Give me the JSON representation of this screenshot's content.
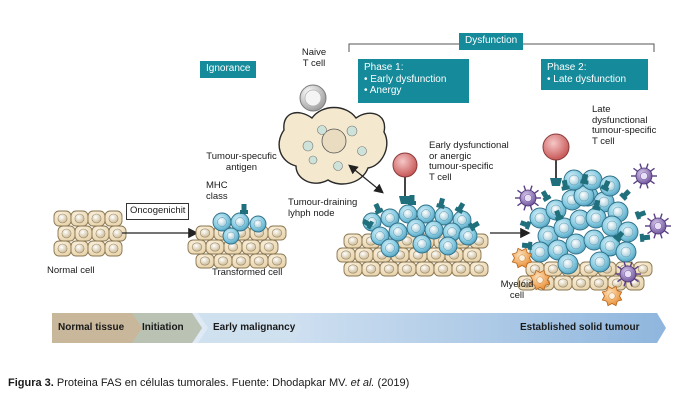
{
  "labels": {
    "ignorance": "Ignorance",
    "dysfunction": "Dysfunction",
    "phase1": {
      "title": "Phase 1:",
      "items": [
        "• Early dysfunction",
        "• Anergy"
      ]
    },
    "phase2": {
      "title": "Phase 2:",
      "items": [
        "• Late dysfunction"
      ]
    },
    "naive": [
      "Naive",
      "T cell"
    ],
    "tumour_antigen": [
      "Tumour-specufic",
      "antigen"
    ],
    "mhc": [
      "MHC",
      "class"
    ],
    "oncogene": "Oncogenichit",
    "draining": [
      "Tumour-draining",
      "lyhph node"
    ],
    "early_dys": [
      "Early dysfunctional",
      "or anergic",
      "tumour-specific",
      "T cell"
    ],
    "late_dys": [
      "Late",
      "dysfunctional",
      "tumour-specific",
      "T cell"
    ],
    "normal_cell": "Normal cell",
    "transformed_cell": "Transformed cell",
    "myeloid": [
      "Myeloid",
      "cell"
    ]
  },
  "stages": [
    "Normal tissue",
    "Initiation",
    "Early malignancy",
    "Established solid tumour"
  ],
  "caption": {
    "figure": "Figura 3.",
    "text": " Proteina FAS en células tumorales. Fuente: Dhodapkar MV. ",
    "etal": "et al.",
    "year": " (2019)"
  },
  "colors": {
    "teal": "#148a9a",
    "tumour_cell": "#7cc7df",
    "normal_cell": "#f2e3c6",
    "tcell_receptor": "#1f6f7c",
    "myeloid": "#f0a24a",
    "suppressor": "#7a5aa8",
    "naive": "#d9d9d9",
    "lymph_node": "#f4e8cf"
  }
}
